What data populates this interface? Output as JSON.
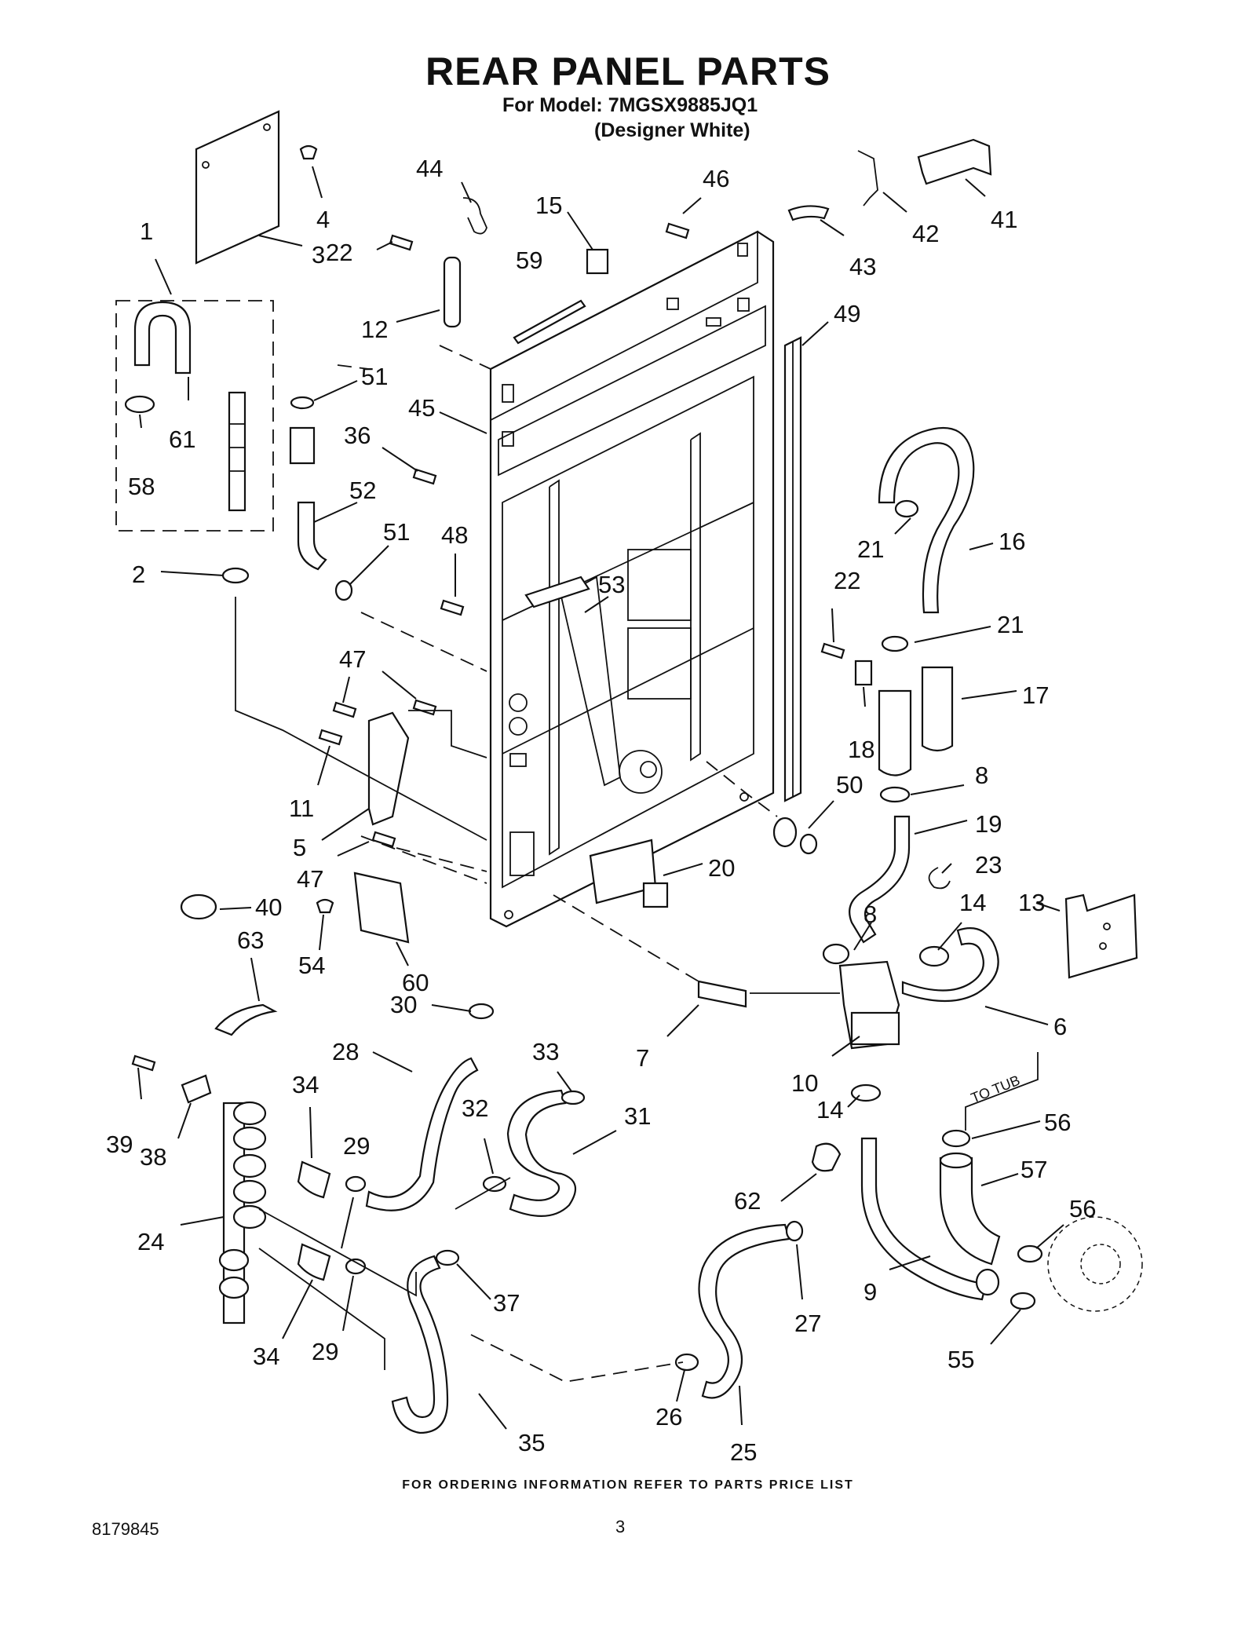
{
  "header": {
    "title": "REAR PANEL PARTS",
    "model_line": "For Model: 7MGSX9885JQ1",
    "variant_line": "(Designer White)"
  },
  "to_tub_label": "TO TUB",
  "footer": {
    "ordering_note": "FOR ORDERING INFORMATION REFER TO PARTS PRICE LIST",
    "document_number": "8179845",
    "page_number": "3"
  },
  "callouts": [
    "1",
    "2",
    "3",
    "4",
    "5",
    "6",
    "7",
    "8",
    "8",
    "9",
    "10",
    "11",
    "12",
    "13",
    "14",
    "14",
    "15",
    "16",
    "17",
    "18",
    "19",
    "20",
    "21",
    "21",
    "22",
    "22",
    "23",
    "24",
    "25",
    "26",
    "27",
    "28",
    "29",
    "29",
    "30",
    "31",
    "32",
    "33",
    "34",
    "34",
    "35",
    "36",
    "37",
    "38",
    "39",
    "40",
    "41",
    "42",
    "43",
    "44",
    "45",
    "46",
    "47",
    "47",
    "48",
    "49",
    "50",
    "51",
    "51",
    "52",
    "53",
    "54",
    "55",
    "56",
    "56",
    "57",
    "58",
    "59",
    "60",
    "61",
    "62",
    "63"
  ]
}
